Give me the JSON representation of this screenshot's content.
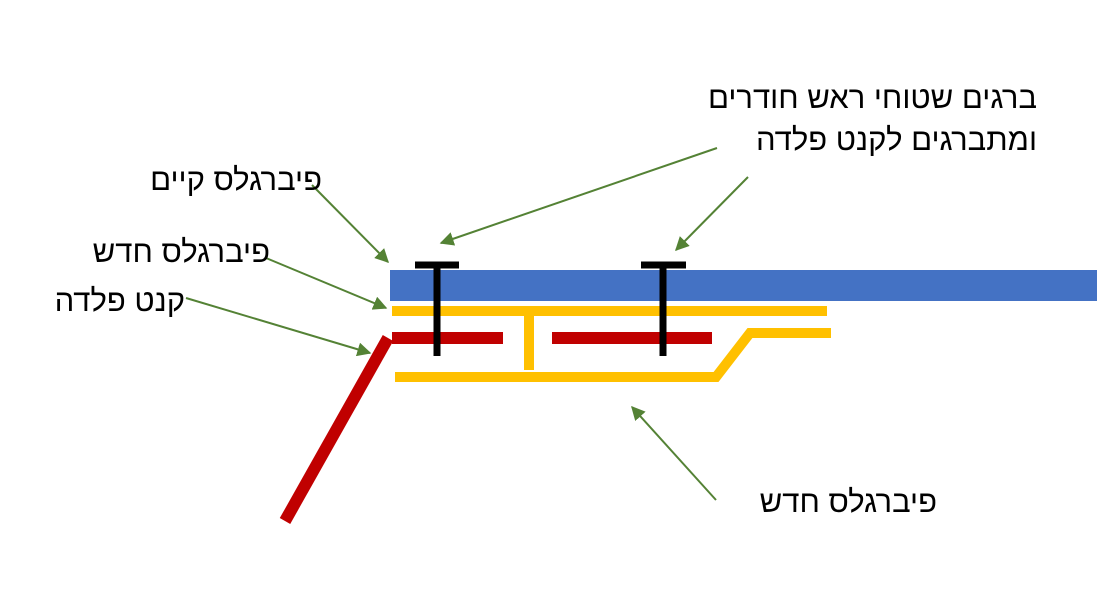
{
  "labels": {
    "screws_line1": "ברגים שטוחי ראש חודרים",
    "screws_line2": "ומתברגים לקנט פלדה",
    "existing_fiberglass": "פיברגלס קיים",
    "new_fiberglass_top": "פיברגלס חדש",
    "steel_edge": "קנט פלדה",
    "new_fiberglass_bottom": "פיברגלס חדש"
  },
  "colors": {
    "existing_fiberglass": "#4472C4",
    "new_fiberglass": "#FFC000",
    "steel_edge": "#C00000",
    "screw": "#000000",
    "arrow": "#548235"
  }
}
